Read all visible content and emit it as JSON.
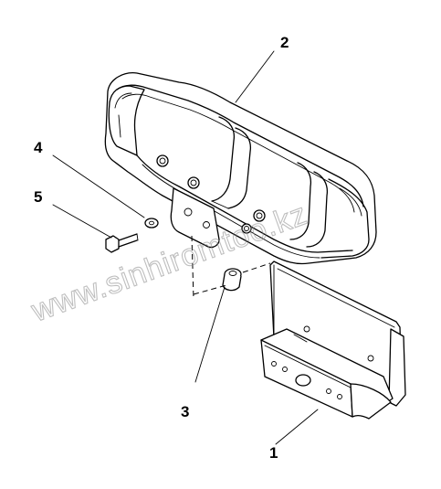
{
  "diagram": {
    "callouts": [
      {
        "id": "1",
        "label": "1"
      },
      {
        "id": "2",
        "label": "2"
      },
      {
        "id": "3",
        "label": "3"
      },
      {
        "id": "4",
        "label": "4"
      },
      {
        "id": "5",
        "label": "5"
      }
    ],
    "watermark": "www.sinhiromtoo.kz"
  }
}
